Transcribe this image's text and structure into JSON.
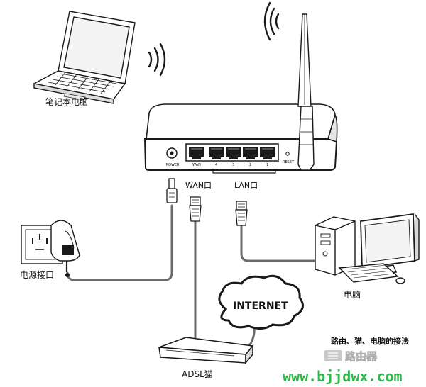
{
  "labels": {
    "laptop": "笔记本电脑",
    "power_socket": "电源接口",
    "computer": "电脑",
    "wan_port": "WAN口",
    "lan_port": "LAN口",
    "internet": "INTERNET",
    "adsl_modem": "ADSL猫",
    "caption": "路由、猫、电脑的接法",
    "website": "www.bjjdwx.com",
    "watermark": "路由器"
  },
  "router_panel": {
    "power": "POWER",
    "wan": "WAN",
    "port_numbers": [
      "4",
      "3",
      "2",
      "1"
    ],
    "reset": "RESET"
  },
  "colors": {
    "outline": "#1a1a1a",
    "cable": "#6b6b6b",
    "website_green": "#2db84a",
    "internet_bold": "#000000"
  }
}
